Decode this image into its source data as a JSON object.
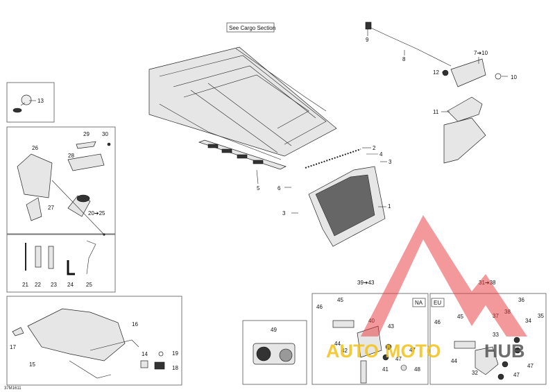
{
  "callout_see_cargo": "See Cargo Section",
  "labels": {
    "p1": "1",
    "p2": "2",
    "p3a": "3",
    "p3b": "3",
    "p4": "4",
    "p5": "5",
    "p6": "6",
    "p7": "7➔10",
    "p8": "8",
    "p9": "9",
    "p10": "10",
    "p11": "11",
    "p12": "12",
    "p13": "13",
    "p14": "14",
    "p15": "15",
    "p16": "16",
    "p17": "17",
    "p18": "18",
    "p19": "19",
    "p20": "20➔25",
    "p21": "21",
    "p22": "22",
    "p23": "23",
    "p24": "24",
    "p25": "25",
    "p26": "26",
    "p27": "27",
    "p28": "28",
    "p29": "29",
    "p30": "30",
    "p31": "31➔38",
    "p32": "32",
    "p33": "33",
    "p34": "34",
    "p35": "35",
    "p36": "36",
    "p37": "37",
    "p38": "38",
    "p39": "39➔43",
    "p40": "40",
    "p41": "41",
    "p42": "42",
    "p43": "43",
    "p44a": "44",
    "p44b": "44",
    "p45a": "45",
    "p45b": "45",
    "p46a": "46",
    "p46b": "46",
    "p47a": "47",
    "p47b": "47",
    "p47c": "47",
    "p47d": "47",
    "p48": "48",
    "p49": "49"
  },
  "region_na": "NA",
  "region_eu": "EU",
  "figure_code": "37M1611",
  "watermark": {
    "text_part1": "AUTO",
    "text_part2": "MOTO",
    "text_part3": "HUB",
    "color_red": "#e8373a",
    "color_yellow": "#f2c318",
    "color_gray": "#555555"
  }
}
